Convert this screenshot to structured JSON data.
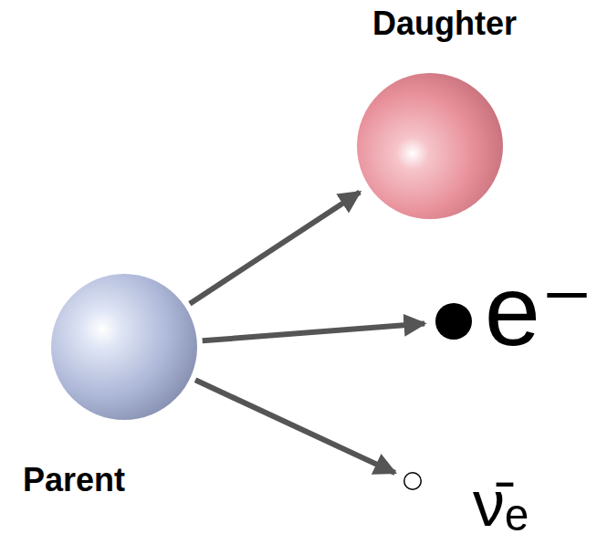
{
  "diagram": {
    "nodes": [
      {
        "text": [
          "Parent"
        ]
      },
      {
        "text": [
          "Daughter"
        ]
      },
      {
        "text": [
          "e⁻"
        ]
      },
      {
        "text": [
          "ν̄ₑ"
        ]
      }
    ],
    "edges": [
      {
        "from": 0,
        "to": 1,
        "arrow": "to"
      },
      {
        "from": 0,
        "to": 2,
        "arrow": "to"
      },
      {
        "from": 0,
        "to": 3,
        "arrow": "to"
      }
    ]
  }
}
